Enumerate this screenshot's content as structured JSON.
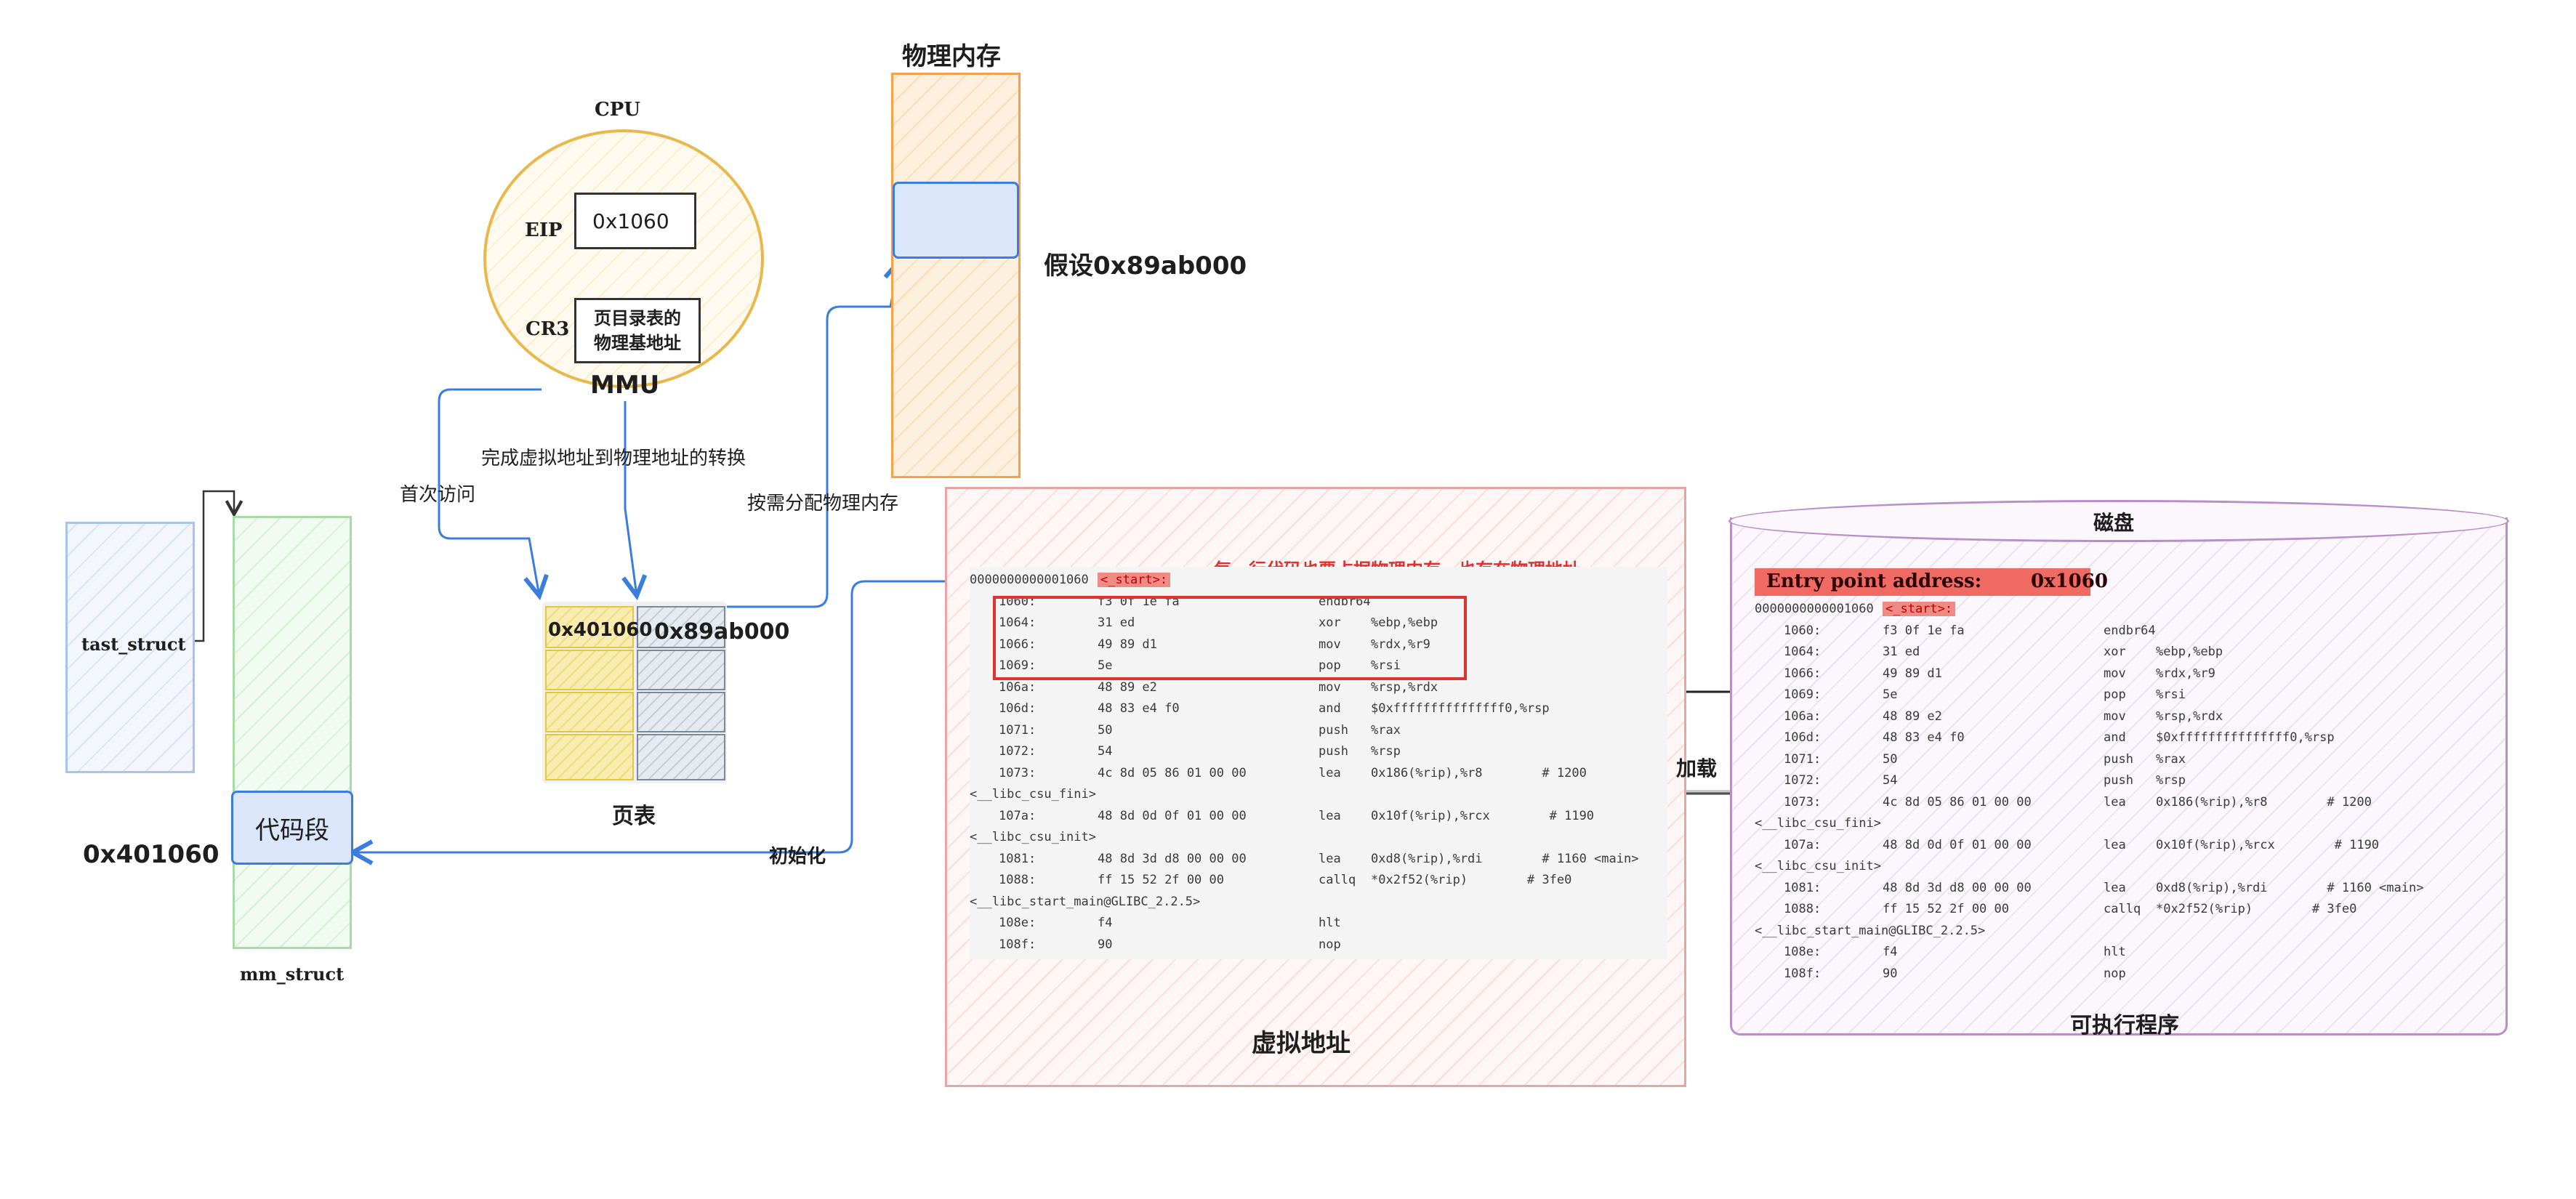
{
  "physical_memory": {
    "title": "物理内存",
    "note": "假设0x89ab000"
  },
  "cpu": {
    "title": "CPU",
    "eip_label": "EIP",
    "eip_value": "0x1060",
    "cr3_label": "CR3",
    "cr3_value_line1": "页目录表的",
    "cr3_value_line2": "物理基地址",
    "mmu_label": "MMU"
  },
  "edge_labels": {
    "first_access": "首次访问",
    "translate": "完成虚拟地址到物理地址的转换",
    "allocate": "按需分配物理内存",
    "init": "初始化",
    "load": "加载"
  },
  "page_table": {
    "title": "页表",
    "left_value": "0x401060",
    "right_value": "0x89ab000"
  },
  "process": {
    "task_struct": "tast_struct",
    "mm_struct": "mm_struct",
    "code_segment": "代码段",
    "code_address": "0x401060"
  },
  "virtual_address": {
    "title": "虚拟地址",
    "annotation": "每一行代码也要占据物理内存，也存在物理地址"
  },
  "disk": {
    "title": "磁盘",
    "entry_label": "Entry point address:",
    "entry_value": "0x1060",
    "caption": "可执行程序"
  },
  "disassembly": {
    "header_addr": "0000000000001060",
    "header_sym": "<_start>:",
    "rows": [
      {
        "addr": "1060:",
        "bytes": "f3 0f 1e fa",
        "op": "endbr64",
        "args": ""
      },
      {
        "addr": "1064:",
        "bytes": "31 ed",
        "op": "xor",
        "args": "%ebp,%ebp"
      },
      {
        "addr": "1066:",
        "bytes": "49 89 d1",
        "op": "mov",
        "args": "%rdx,%r9"
      },
      {
        "addr": "1069:",
        "bytes": "5e",
        "op": "pop",
        "args": "%rsi"
      },
      {
        "addr": "106a:",
        "bytes": "48 89 e2",
        "op": "mov",
        "args": "%rsp,%rdx"
      },
      {
        "addr": "106d:",
        "bytes": "48 83 e4 f0",
        "op": "and",
        "args": "$0xfffffffffffffff0,%rsp"
      },
      {
        "addr": "1071:",
        "bytes": "50",
        "op": "push",
        "args": "%rax"
      },
      {
        "addr": "1072:",
        "bytes": "54",
        "op": "push",
        "args": "%rsp"
      },
      {
        "addr": "1073:",
        "bytes": "4c 8d 05 86 01 00 00",
        "op": "lea",
        "args": "0x186(%rip),%r8        # 1200"
      },
      {
        "label": "<__libc_csu_fini>"
      },
      {
        "addr": "107a:",
        "bytes": "48 8d 0d 0f 01 00 00",
        "op": "lea",
        "args": "0x10f(%rip),%rcx        # 1190"
      },
      {
        "label": "<__libc_csu_init>"
      },
      {
        "addr": "1081:",
        "bytes": "48 8d 3d d8 00 00 00",
        "op": "lea",
        "args": "0xd8(%rip),%rdi        # 1160 <main>"
      },
      {
        "addr": "1088:",
        "bytes": "ff 15 52 2f 00 00",
        "op": "callq",
        "args": "*0x2f52(%rip)        # 3fe0"
      },
      {
        "label": "<__libc_start_main@GLIBC_2.2.5>"
      },
      {
        "addr": "108e:",
        "bytes": "f4",
        "op": "hlt",
        "args": ""
      },
      {
        "addr": "108f:",
        "bytes": "90",
        "op": "nop",
        "args": ""
      }
    ]
  },
  "colors": {
    "arrow_blue": "#3b7ddd",
    "cpu_stroke": "#e8b84b",
    "memory_orange": "#f5a04a",
    "highlight_red": "#e03131",
    "page_yellow": "#e2c840",
    "vaddr_border": "#e9a4a4",
    "disk_border": "#b98ec9",
    "process_blue": "#a9c4ec",
    "process_green": "#a8dba8"
  }
}
